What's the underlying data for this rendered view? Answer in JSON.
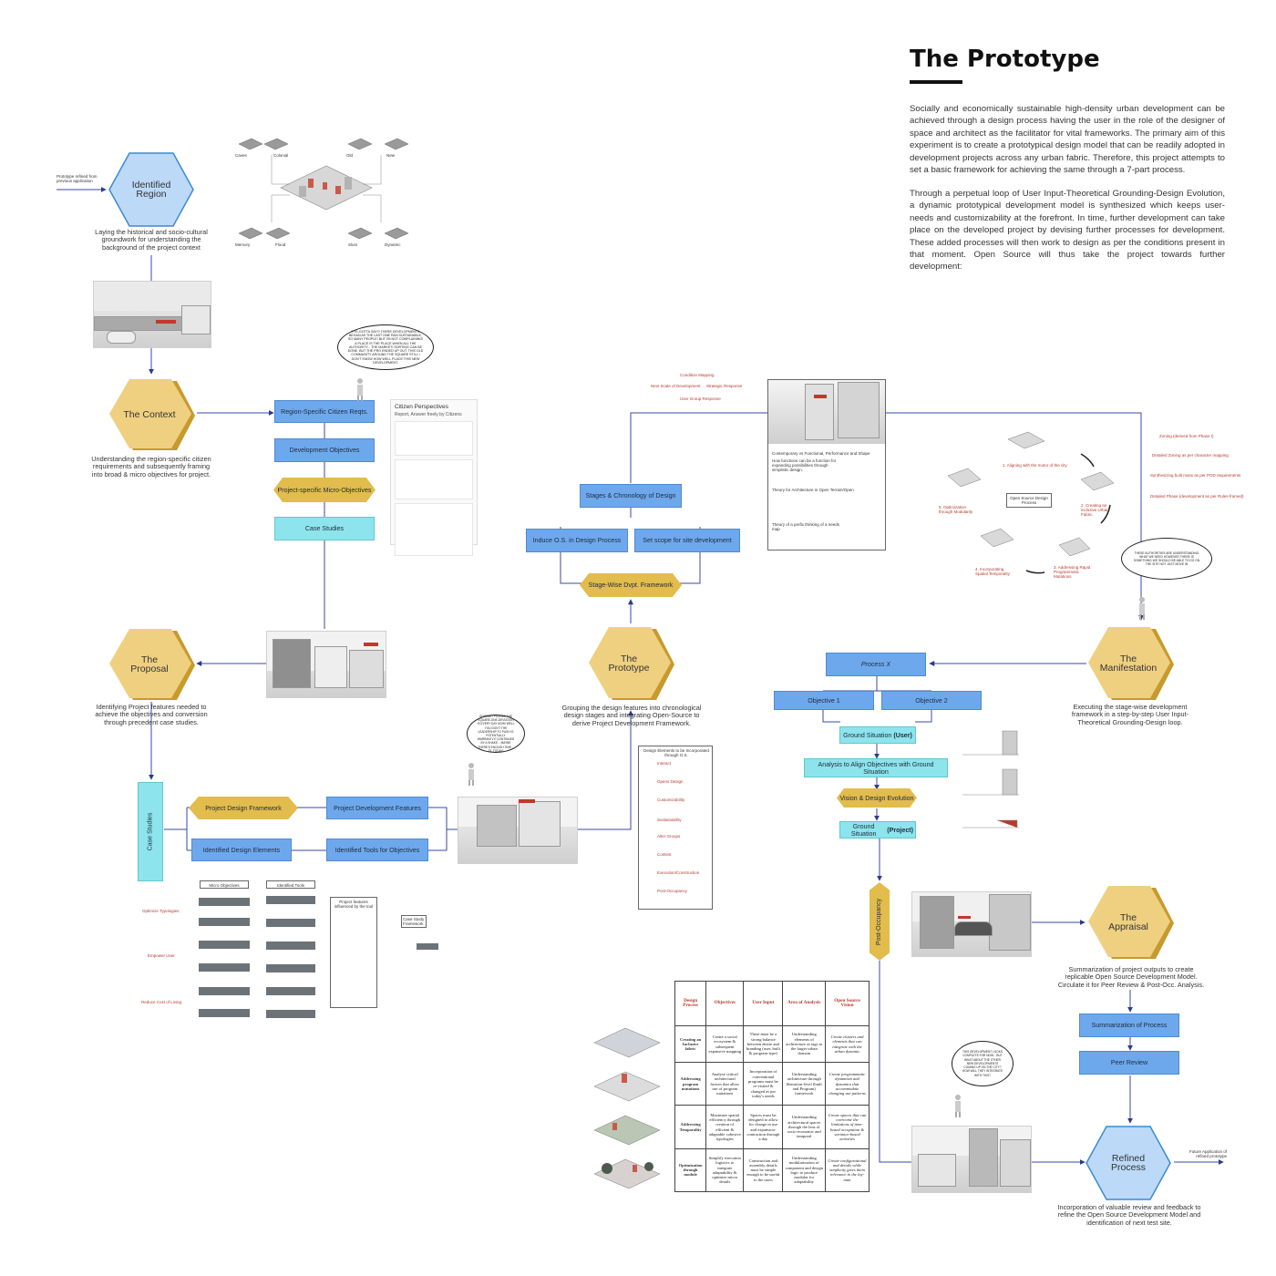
{
  "title": "The Prototype",
  "intro_p1": "Socially and economically sustainable high-density urban development can be achieved through a design process having the user in the role of the designer of space and architect as the facilitator for vital frameworks. The primary aim of this experiment is to create a prototypical design model that can be readily adopted in development projects across any urban fabric. Therefore, this project attempts to set a basic framework for achieving the same through a 7-part process.",
  "intro_p2": "Through a perpetual loop of User Input-Theoretical Grounding-Design Evolution, a dynamic prototypical development model is synthesized which keeps user-needs and customizability at the forefront. In time, further development can take place on the developed project by devising further processes for development. These added processes will then work to design as per the conditions present in that moment. Open Source will thus take the project towards further development:",
  "colors": {
    "blue_hex": "#bcd9f7",
    "gold_hex": "#efd080",
    "blue_box": "#6ea8ec",
    "cyan_box": "#8de4ec",
    "gold_box": "#e2bc4c",
    "red_text": "#b53a2e"
  },
  "stages": {
    "region": {
      "label": "Identified Region",
      "caption": "Laying the historical and socio-cultural groundwork for understanding the background of the project context"
    },
    "context": {
      "label": "The Context",
      "caption": "Understanding the region-specific citizen requirements and subsequently framing into broad & micro objectives for project."
    },
    "proposal": {
      "label": "The Proposal",
      "caption": "Identifying Project features needed to achieve the objectives and conversion through precedent case studies."
    },
    "prototype": {
      "label": "The Prototype",
      "caption": "Grouping the design features into chronological design stages and integrating Open-Source to derive Project Development Framework."
    },
    "manifest": {
      "label": "The Manifestation",
      "caption": "Executing the stage-wise development framework in a step-by-step User Input-Theoretical Grounding-Design loop."
    },
    "appraisal": {
      "label": "The Appraisal",
      "caption": "Summarization of project outputs to create replicable Open Source Development Model. Circulate it for Peer Review & Post-Occ. Analysis."
    },
    "refined": {
      "label": "Refined Process",
      "caption": "Incorporation of valuable review and feedback to refine the Open Source Development Model and identification of next test site."
    }
  },
  "side_notes": {
    "prototype_refined": "Prototype refined from previous application",
    "future": "Future Application of refined prototype"
  },
  "region_map_labels": [
    "Caves",
    "Colonial",
    "Old",
    "New",
    "Memory",
    "Flood",
    "Slum",
    "Dynamic"
  ],
  "context_boxes": {
    "citizen": "Region-Specific Citizen Reqts.",
    "dev_obj": "Development Objectives",
    "micro": "Project-specific Micro-Objectives",
    "case": "Case Studies"
  },
  "citizen_form": {
    "title": "Citizen Perspectives",
    "subtitle": "Report, Answer freely by Citizens"
  },
  "bubble_context": "EYE-GOTTA SAY!? THERE DEVELOPMENTS BEGAN AS THE LAST ONE RAN SUSTAINABLE, SO MANY PEOPLE! BUT I'M NOT COMPLAINING! A PLACE IS THE PLACE WHEN ALL THE AUTHORITY... THE MARKET! SORTING CAN BE DONE, BUT THE PRO ENDED UP OUT. THIS OLD COMMUNITY AROUND THE SQUARE STILL I DON'T KNOW HOW WELL PLACE THIS NEW DEVELOPMENT.",
  "proposal_boxes": {
    "case_studies": "Case Studies",
    "pdf": "Project Design Framework",
    "pdev": "Project Development Features",
    "ide": "Identified Design Elements",
    "ito": "Identified Tools for Objectives"
  },
  "proposal_map": {
    "micro": "Micro Objectives",
    "tools": "Identified Tools",
    "features": "Project features influenced by the tool",
    "csf": "Case Study Framework",
    "groups": [
      "Optimize Typologies",
      "Empower User",
      "Reduce Cost of Living"
    ]
  },
  "bubble_proposal": "GOODBY! PICKING THE SQUARE-ONE-DEVIATION IS EVERY DAY NOW! WELL YOU DON'T THE LEADERSHIP TO PUSH IS POTENTIALLY WARRANTLY! CONTINUED BY A SHAKE... MAYBE THERE'S ENOUGH TIME... TIL TODAY!",
  "design_elements": {
    "title": "Design Elements to be Incorporated through O.S.",
    "items": [
      "Interact",
      "Opens Design",
      "Customizability",
      "Sustainability",
      "Alter Groups",
      "Context",
      "Execution/Construction",
      "Post-Occupancy"
    ]
  },
  "prototype_boxes": {
    "stages": "Stages & Chronology of Design",
    "induce": "Induce O.S. in Design Process",
    "scope": "Set scope for site development",
    "swdf": "Stage-Wise Dvpt. Framework"
  },
  "prototype_cycle": [
    "Condition Mapping",
    "Next Scale of Development",
    "Strategic Response",
    "User Group Response"
  ],
  "theory_panel": [
    "Contemporary vs Functional, Performance and Shape",
    "How functions can be a function for expanding possibilities through simplistic design.",
    "Theory for Architecture in Open Terrain/Open",
    "Theory of a prefix thinking of a needs map"
  ],
  "manifest_cycle": {
    "center": "Open Source Design Process",
    "steps": [
      "1. Aligning with the motor of the city",
      "2. Creating an inclusive Urban Fabric",
      "3. Addressing Rapid Programmatic Mutations",
      "4. Incorporating Spatial Temporality",
      "5. Optimization through Modularity"
    ]
  },
  "manifest_legend": [
    "Zoning (derived from Phase I)",
    "Detailed Zoning as per character mapping",
    "Synthesizing built mass as per POD requirements",
    "Detailed Phase (development as per Rules-framed)"
  ],
  "process_boxes": {
    "x": "Process X",
    "obj1": "Objective 1",
    "obj2": "Objective 2",
    "gs_user_pre": "Ground Situation ",
    "gs_user_em": "(User)",
    "align": "Analysis to Align Objectives with Ground Situation",
    "vde": "Vision & Design Evolution",
    "gs_proj_pre": "Ground Situation ",
    "gs_proj_em": "(Project)",
    "post": "Post-Occupancy"
  },
  "appraisal_boxes": {
    "summary": "Summarization of Process",
    "peer": "Peer Review"
  },
  "bubble_refined": "THIS DEVELOPMENT LOOKS COMPLETE FOR NOW... BUT WHAT ABOUT THE OTHER NEW DEVELOPMENTS COMING UP ON THE CITY? HOW WILL THEY INTEGRATE WITH THIS?",
  "bubble_manifest": "THESE AUTHORITIES ARE UNDERSTANDING WHAT WE NEED HOWEVER THERE IS SOMETHING WE SHOULD BE ABLE TO DO ON THE SITE NOT JUST MOVE IN",
  "matrix": {
    "headers": [
      "Design Process",
      "Objectives",
      "User Input",
      "Area of Analysis",
      "Open Source Vision"
    ],
    "rows": [
      [
        "Creating an Inclusive fabric",
        "Create a social ecosystem & subsequent expansive mapping",
        "There must be a strong balance between desire and branding (user, built & program-type)",
        "Understanding elements of architecture as tags to the larger urban domain",
        "Create clusters and elements that can integrate with the urban dynamic"
      ],
      [
        "Addressing program mutations",
        "Analyse critical architectural factors that allow use of program mutations",
        "Incorporation of conventional programs must be re-visited & changed as per today's needs",
        "Understanding architecture through liberation-level (built and Program) framework",
        "Create programmatic dynamism and dynamics that accommodate changing use patterns"
      ],
      [
        "Addressing Temporality",
        "Maximize spatial efficiency through creation of efficient & adaptable cohesive typologies",
        "Spaces must be designed to allow for change in use and expansion-contraction through a day",
        "Understanding architectural spaces through the lens of socio-economic and temporal",
        "Create spaces that can overcome the limitations of time-based occupation & variance-based activities"
      ],
      [
        "Optimization through module",
        "Simplify execution logistics to integrate adaptability & optimize micro details",
        "Construction and assembly details must be simple enough to be useful to the users",
        "Understanding modularization of component and design logic to produce modular for adaptability",
        "Create configurational and details while simplicity gives them relevance to the lay-man"
      ]
    ]
  }
}
